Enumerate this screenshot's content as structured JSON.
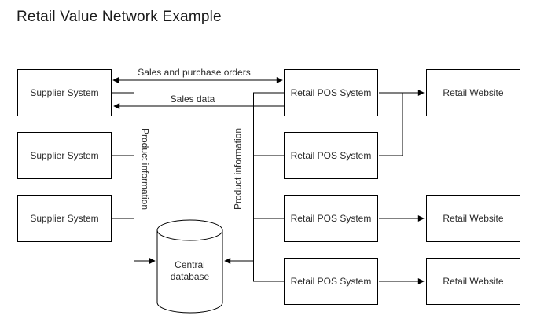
{
  "title": "Retail Value Network Example",
  "colors": {
    "stroke": "#000000",
    "node_fill": "#ffffff",
    "text": "#2b2b2b"
  },
  "nodes": {
    "suppliers": [
      {
        "label": "Supplier System"
      },
      {
        "label": "Supplier System"
      },
      {
        "label": "Supplier System"
      }
    ],
    "pos_systems": [
      {
        "label": "Retail POS System"
      },
      {
        "label": "Retail POS System"
      },
      {
        "label": "Retail POS System"
      },
      {
        "label": "Retail POS System"
      }
    ],
    "websites": [
      {
        "label": "Retail Website"
      },
      {
        "label": "Retail Website"
      },
      {
        "label": "Retail Website"
      }
    ],
    "database": {
      "label": "Central database"
    }
  },
  "edges": {
    "sales_and_purchase_orders": {
      "label": "Sales and purchase orders",
      "direction": "bidirectional"
    },
    "sales_data": {
      "label": "Sales data",
      "direction": "pos-to-supplier"
    },
    "product_information_left": {
      "label": "Product information",
      "direction": "suppliers-to-database"
    },
    "product_information_right": {
      "label": "Product information",
      "direction": "pos-to-database"
    }
  }
}
